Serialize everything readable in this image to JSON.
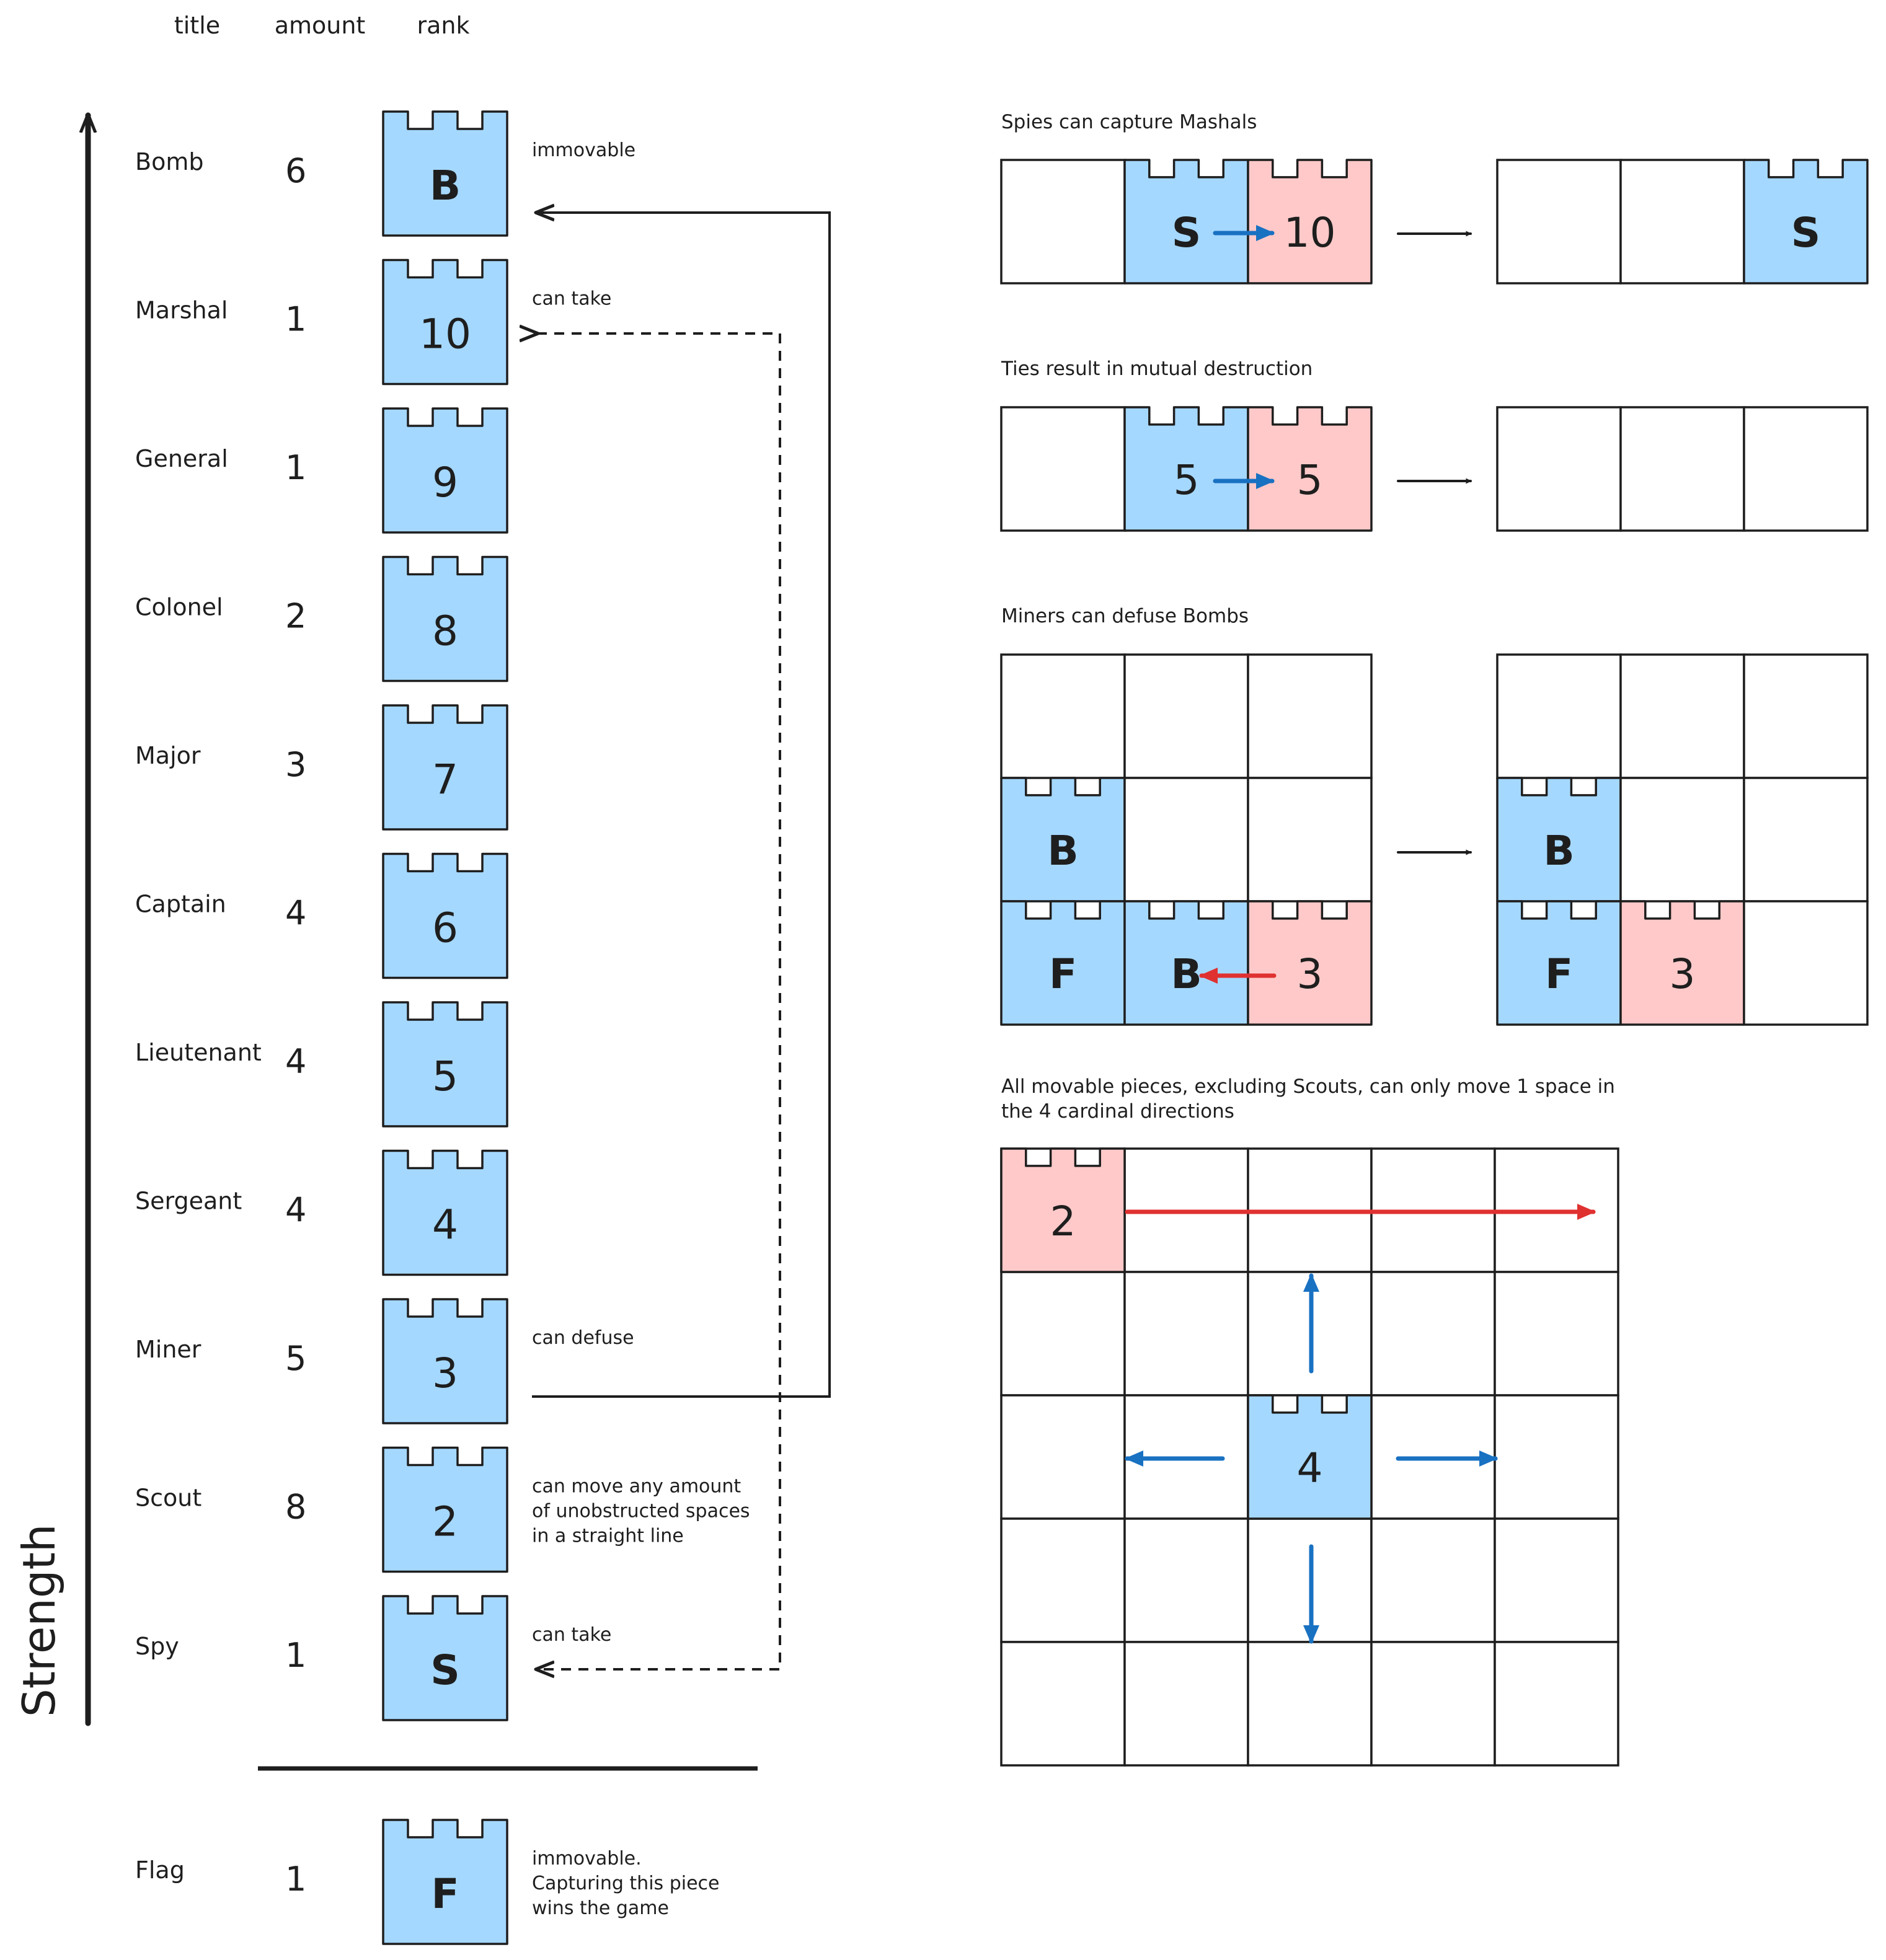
{
  "colors": {
    "blue": "#a5d8ff",
    "red": "#ffc9c9",
    "arrowBlue": "#1971c2",
    "arrowRed": "#e03131",
    "ink": "#1e1e1e"
  },
  "headers": {
    "title": "title",
    "amount": "amount",
    "rank": "rank"
  },
  "axis_label": "Strength",
  "pieces": [
    {
      "title": "Bomb",
      "amount": "6",
      "rank": "B",
      "note": [
        "immovable"
      ]
    },
    {
      "title": "Marshal",
      "amount": "1",
      "rank": "10",
      "note": [
        "can take"
      ]
    },
    {
      "title": "General",
      "amount": "1",
      "rank": "9",
      "note": []
    },
    {
      "title": "Colonel",
      "amount": "2",
      "rank": "8",
      "note": []
    },
    {
      "title": "Major",
      "amount": "3",
      "rank": "7",
      "note": []
    },
    {
      "title": "Captain",
      "amount": "4",
      "rank": "6",
      "note": []
    },
    {
      "title": "Lieutenant",
      "amount": "4",
      "rank": "5",
      "note": []
    },
    {
      "title": "Sergeant",
      "amount": "4",
      "rank": "4",
      "note": []
    },
    {
      "title": "Miner",
      "amount": "5",
      "rank": "3",
      "note": [
        "can defuse"
      ]
    },
    {
      "title": "Scout",
      "amount": "8",
      "rank": "2",
      "note": [
        "can move any amount",
        "of unobstructed spaces",
        "in a straight line"
      ]
    },
    {
      "title": "Spy",
      "amount": "1",
      "rank": "S",
      "note": [
        "can take"
      ]
    },
    {
      "title": "Flag",
      "amount": "1",
      "rank": "F",
      "note": [
        "immovable.",
        "Capturing this piece",
        "wins the game"
      ]
    }
  ],
  "examples": {
    "spies": {
      "caption": "Spies can capture Mashals",
      "before": [
        {},
        {
          "piece": "S",
          "color": "blue"
        },
        {
          "piece": "10",
          "color": "red"
        }
      ],
      "after": [
        {},
        {},
        {
          "piece": "S",
          "color": "blue"
        }
      ]
    },
    "ties": {
      "caption": "Ties result in mutual destruction",
      "before": [
        {},
        {
          "piece": "5",
          "color": "blue"
        },
        {
          "piece": "5",
          "color": "red"
        }
      ],
      "after": [
        {},
        {},
        {}
      ]
    },
    "miners": {
      "caption": "Miners can defuse Bombs",
      "before": [
        [
          {},
          {},
          {}
        ],
        [
          {
            "piece": "B",
            "color": "blue"
          },
          {},
          {}
        ],
        [
          {
            "piece": "F",
            "color": "blue"
          },
          {
            "piece": "B",
            "color": "blue"
          },
          {
            "piece": "3",
            "color": "red"
          }
        ]
      ],
      "after": [
        [
          {},
          {},
          {}
        ],
        [
          {
            "piece": "B",
            "color": "blue"
          },
          {},
          {}
        ],
        [
          {
            "piece": "F",
            "color": "blue"
          },
          {
            "piece": "3",
            "color": "red"
          },
          {}
        ]
      ]
    },
    "movement": {
      "caption_lines": [
        "All movable pieces, excluding Scouts, can only move 1 space in",
        "the 4 cardinal directions"
      ],
      "scout": "2",
      "center": "4"
    }
  }
}
